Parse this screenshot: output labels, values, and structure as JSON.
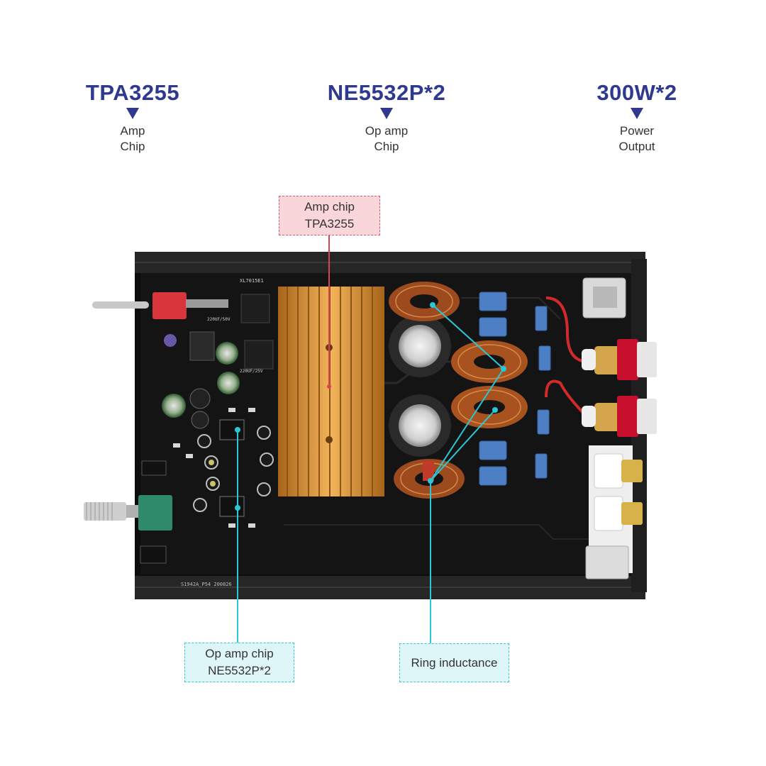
{
  "specs": [
    {
      "title": "TPA3255",
      "line1": "Amp",
      "line2": "Chip"
    },
    {
      "title": "NE5532P*2",
      "line1": "Op amp",
      "line2": "Chip"
    },
    {
      "title": "300W*2",
      "line1": "Power",
      "line2": "Output"
    }
  ],
  "callouts": {
    "amp_chip": {
      "line1": "Amp chip",
      "line2": "TPA3255"
    },
    "op_amp": {
      "line1": "Op amp chip",
      "line2": "NE5532P*2"
    },
    "ring": {
      "line1": "Ring inductance"
    }
  },
  "board_labels": {
    "serial": "S1942A_P54  200826",
    "chip_mark": "XL7015E1",
    "cap1": "220UF/50V",
    "cap2": "220UF/25V"
  },
  "colors": {
    "accent": "#2f3a8f",
    "callout_red": "#f9d6d9",
    "callout_cyan": "#dff6f8",
    "heatsink": "#d9962e",
    "board": "#141414"
  }
}
